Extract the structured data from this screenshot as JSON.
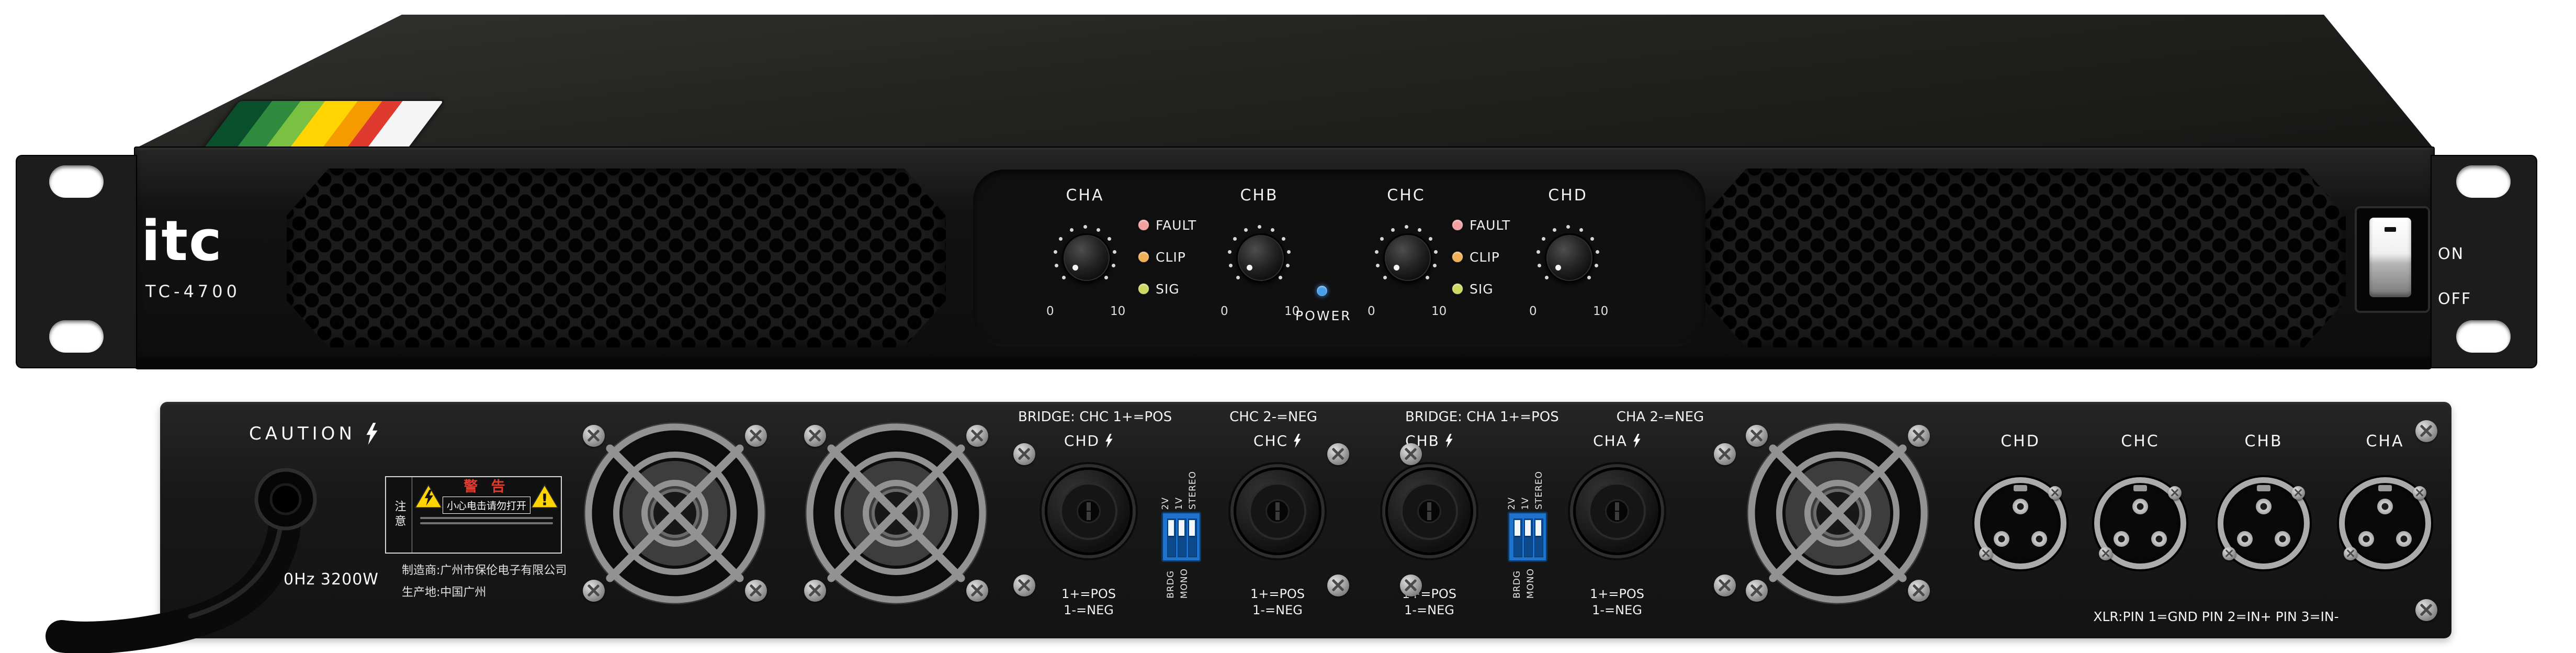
{
  "front": {
    "brand": "itc",
    "model": "TC-4700",
    "power_label": "POWER",
    "power_led_color": "#4aa0e8",
    "switch": {
      "on": "ON",
      "off": "OFF"
    },
    "channels": [
      {
        "label": "CHA",
        "min": "0",
        "max": "10"
      },
      {
        "label": "CHB",
        "min": "0",
        "max": "10"
      },
      {
        "label": "CHC",
        "min": "0",
        "max": "10"
      },
      {
        "label": "CHD",
        "min": "0",
        "max": "10"
      }
    ],
    "led_groups": [
      {
        "leds": [
          {
            "label": "FAULT",
            "color": "#f2a0a0"
          },
          {
            "label": "CLIP",
            "color": "#f0b056"
          },
          {
            "label": "SIG",
            "color": "#ccd862"
          }
        ]
      },
      {
        "leds": [
          {
            "label": "FAULT",
            "color": "#f2a0a0"
          },
          {
            "label": "CLIP",
            "color": "#f0b056"
          },
          {
            "label": "SIG",
            "color": "#ccd862"
          }
        ]
      }
    ]
  },
  "rear": {
    "caution": "CAUTION",
    "rating": "0Hz 3200W",
    "warning": {
      "side": "注意",
      "title": "警 告",
      "subtitle": "小心电击请勿打开"
    },
    "maker_line1": "制造商:广州市保伦电子有限公司",
    "maker_line2": "生产地:中国广州",
    "bridges": [
      {
        "part1": "BRIDGE: CHC 1+=POS",
        "part2": "CHC 2-=NEG"
      },
      {
        "part1": "BRIDGE: CHA 1+=POS",
        "part2": "CHA 2-=NEG"
      }
    ],
    "speakons": [
      {
        "label": "CHD",
        "pin1": "1+=POS",
        "pin2": "1-=NEG"
      },
      {
        "label": "CHC",
        "pin1": "1+=POS",
        "pin2": "1-=NEG"
      },
      {
        "label": "CHB",
        "pin1": "1+=POS",
        "pin2": "1-=NEG"
      },
      {
        "label": "CHA",
        "pin1": "1+=POS",
        "pin2": "1-=NEG"
      }
    ],
    "dip": {
      "top_labels": [
        "2V",
        "1V",
        "STEREO"
      ],
      "bottom_labels": [
        "BRDG",
        "MONO"
      ]
    },
    "xlr_labels": [
      "CHD",
      "CHC",
      "CHB",
      "CHA"
    ],
    "xlr_note": "XLR:PIN 1=GND PIN 2=IN+ PIN 3=IN-"
  }
}
